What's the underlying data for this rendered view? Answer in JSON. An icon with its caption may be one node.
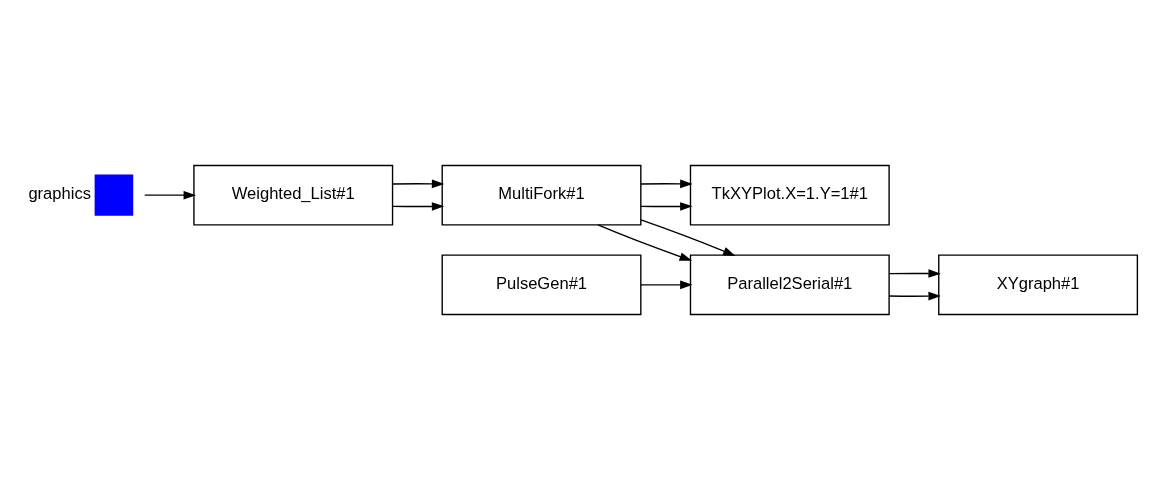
{
  "diagram": {
    "nodes": [
      {
        "text": [
          "graphics"
        ]
      },
      {
        "text": [
          "Weighted_List#1"
        ]
      },
      {
        "text": [
          "MultiFork#1"
        ]
      },
      {
        "text": [
          "TkXYPlot.X=1.Y=1#1"
        ]
      },
      {
        "text": [
          "Parallel2Serial#1"
        ]
      },
      {
        "text": [
          "XYgraph#1"
        ]
      },
      {
        "text": [
          "PulseGen#1"
        ]
      }
    ],
    "edges": [
      {
        "from": 0,
        "to": 1,
        "arrow": "to"
      },
      {
        "from": 1,
        "to": 2,
        "arrow": "to"
      },
      {
        "from": 1,
        "to": 2,
        "arrow": "to"
      },
      {
        "from": 2,
        "to": 3,
        "arrow": "to"
      },
      {
        "from": 2,
        "to": 3,
        "arrow": "to"
      },
      {
        "from": 2,
        "to": 4,
        "arrow": "to"
      },
      {
        "from": 2,
        "to": 4,
        "arrow": "to"
      },
      {
        "from": 4,
        "to": 5,
        "arrow": "to"
      },
      {
        "from": 4,
        "to": 5,
        "arrow": "to"
      },
      {
        "from": 6,
        "to": 4,
        "arrow": "to"
      }
    ]
  }
}
